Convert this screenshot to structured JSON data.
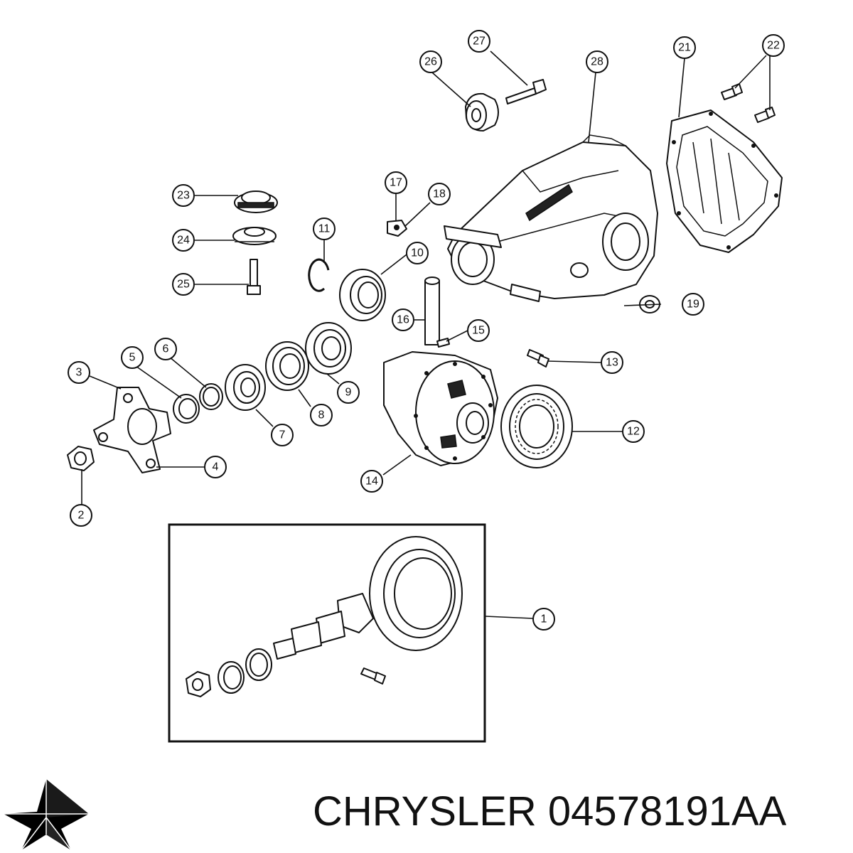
{
  "callouts": {
    "c1": "1",
    "c2": "2",
    "c3": "3",
    "c4": "4",
    "c5": "5",
    "c6": "6",
    "c7": "7",
    "c8": "8",
    "c9": "9",
    "c10": "10",
    "c11": "11",
    "c12": "12",
    "c13": "13",
    "c14": "14",
    "c15": "15",
    "c16": "16",
    "c17": "17",
    "c18": "18",
    "c19": "19",
    "c21": "21",
    "c22": "22",
    "c23": "23",
    "c24": "24",
    "c25": "25",
    "c26": "26",
    "c27": "27",
    "c28": "28"
  },
  "caption": {
    "text": "CHRYSLER 04578191AA"
  },
  "colors": {
    "line": "#111111",
    "background": "#ffffff",
    "logo": "#000000"
  },
  "icons": {
    "logo": "chrysler-pentastar-icon"
  }
}
